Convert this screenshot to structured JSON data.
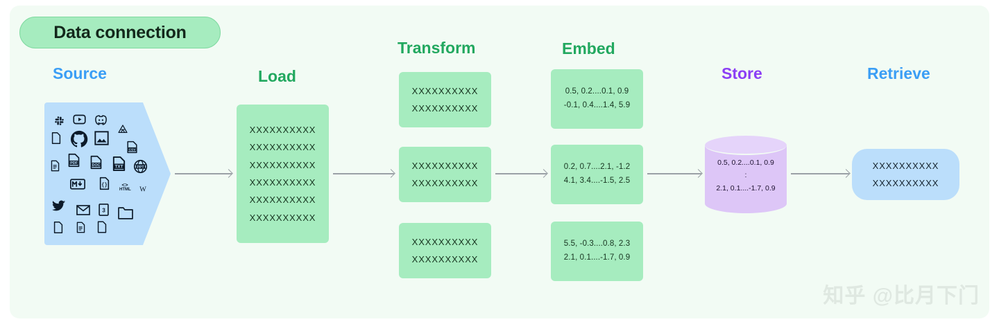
{
  "title": {
    "text": "Data connection"
  },
  "colors": {
    "panel_bg": "#f2fbf4",
    "green_accent": "#22a85f",
    "blue_accent": "#3b9ef5",
    "purple_accent": "#8b3ef5",
    "mint_box": "#a6ecbf",
    "blue_box": "#bbdefb",
    "purple_box": "#ddc6f7",
    "arrow": "#9aa0a6"
  },
  "stages": [
    {
      "id": "source",
      "label": "Source",
      "color": "#3b9ef5"
    },
    {
      "id": "load",
      "label": "Load",
      "color": "#22a85f"
    },
    {
      "id": "transform",
      "label": "Transform",
      "color": "#22a85f"
    },
    {
      "id": "embed",
      "label": "Embed",
      "color": "#22a85f"
    },
    {
      "id": "store",
      "label": "Store",
      "color": "#8b3ef5"
    },
    {
      "id": "retrieve",
      "label": "Retrieve",
      "color": "#3b9ef5"
    }
  ],
  "source": {
    "icons": [
      "slack-icon",
      "youtube-icon",
      "discord-icon",
      "file-icon",
      "github-icon",
      "image-icon",
      "google-drive-icon",
      "csv-file-icon",
      "document-icon",
      "pdf-file-icon",
      "doc-file-icon",
      "txt-file-icon",
      "ppt-file-icon",
      "markdown-icon",
      "json-file-icon",
      "html-icon",
      "wikipedia-icon",
      "twitter-icon",
      "email-icon",
      "css3-icon",
      "folder-icon",
      "blank-file-icon",
      "text-file-icon",
      "page-file-icon"
    ]
  },
  "load": {
    "lines": [
      "XXXXXXXXXX",
      "XXXXXXXXXX",
      "XXXXXXXXXX",
      "XXXXXXXXXX",
      "XXXXXXXXXX",
      "XXXXXXXXXX"
    ]
  },
  "transform": {
    "chunks": [
      {
        "lines": [
          "XXXXXXXXXX",
          "XXXXXXXXXX"
        ]
      },
      {
        "lines": [
          "XXXXXXXXXX",
          "XXXXXXXXXX"
        ]
      },
      {
        "lines": [
          "XXXXXXXXXX",
          "XXXXXXXXXX"
        ]
      }
    ]
  },
  "embed": {
    "vectors": [
      {
        "lines": [
          "0.5, 0.2....0.1, 0.9",
          "-0.1, 0.4....1.4, 5.9"
        ]
      },
      {
        "lines": [
          "0.2, 0.7....2.1, -1.2",
          "4.1, 3.4....-1.5, 2.5"
        ]
      },
      {
        "lines": [
          "5.5, -0.3....0.8, 2.3",
          "2.1, 0.1....-1.7, 0.9"
        ]
      }
    ]
  },
  "store": {
    "lines": [
      "0.5, 0.2....0.1, 0.9",
      ":",
      "2.1, 0.1....-1.7, 0.9"
    ]
  },
  "retrieve": {
    "lines": [
      "XXXXXXXXXX",
      "XXXXXXXXXX"
    ]
  },
  "watermark": {
    "text": "知乎 @比月下门"
  }
}
